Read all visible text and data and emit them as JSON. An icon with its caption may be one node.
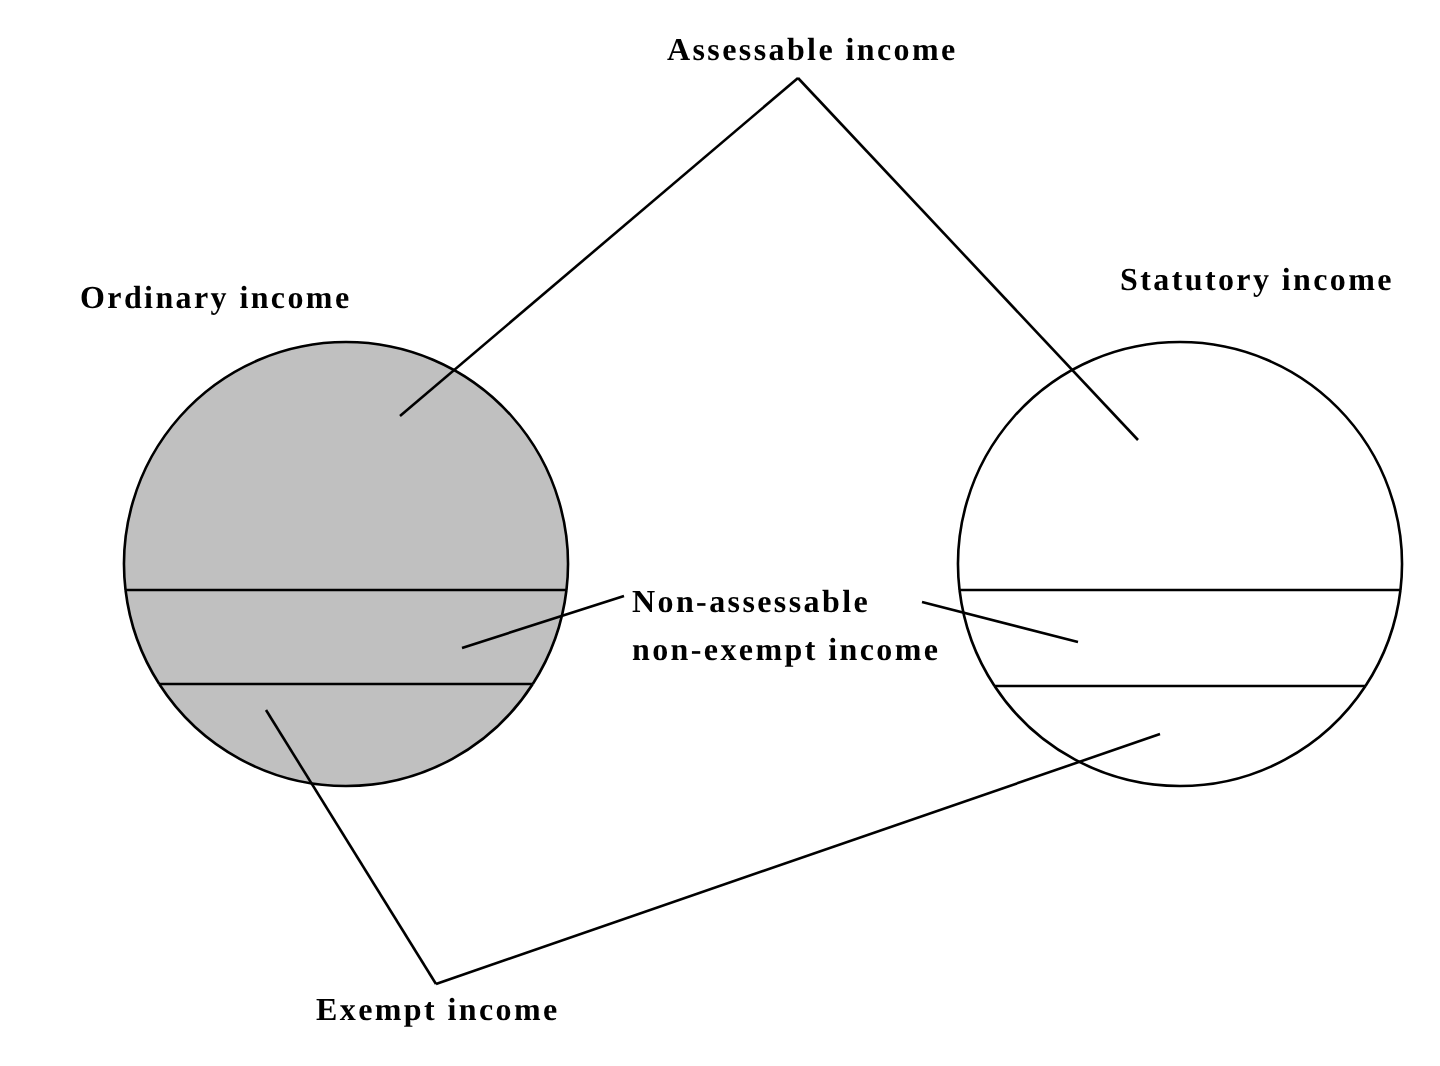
{
  "diagram": {
    "nodes": [
      {
        "text": [
          "Assessable income"
        ]
      },
      {
        "text": [
          "Ordinary income"
        ]
      },
      {
        "text": [],
        "shape": "band",
        "in": 1
      },
      {
        "text": [],
        "shape": "band",
        "in": 1
      },
      {
        "text": [],
        "shape": "band",
        "in": 1
      },
      {
        "text": [
          "Statutory income"
        ]
      },
      {
        "text": [],
        "shape": "band",
        "in": 5
      },
      {
        "text": [],
        "shape": "band",
        "in": 5
      },
      {
        "text": [],
        "shape": "band",
        "in": 5
      },
      {
        "text": [
          "Non-assessable non-exempt income"
        ]
      },
      {
        "text": [
          "Exempt income"
        ]
      }
    ],
    "edges": [
      {
        "from": 0,
        "to": 2,
        "arrow": "none"
      },
      {
        "from": 0,
        "to": 6,
        "arrow": "none"
      },
      {
        "from": 9,
        "to": 3,
        "arrow": "none"
      },
      {
        "from": 9,
        "to": 7,
        "arrow": "none"
      },
      {
        "from": 10,
        "to": 4,
        "arrow": "none"
      },
      {
        "from": 10,
        "to": 8,
        "arrow": "none"
      }
    ]
  }
}
